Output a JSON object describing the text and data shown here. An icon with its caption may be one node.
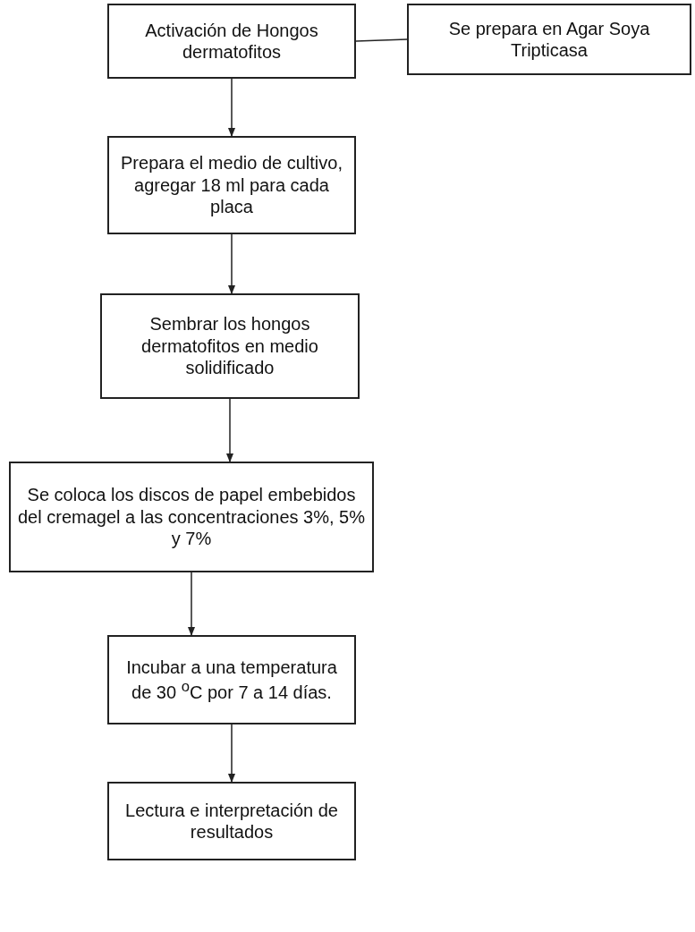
{
  "diagram": {
    "nodes": [
      {
        "text": [
          "Activación de Hongos dermatofitos"
        ]
      },
      {
        "text": [
          "Se prepara en Agar Soya Tripticasa"
        ]
      },
      {
        "text": [
          "Prepara el medio de cultivo, agregar 18 ml para cada placa"
        ]
      },
      {
        "text": [
          "Sembrar los hongos dermatofitos en medio solidificado"
        ]
      },
      {
        "text": [
          "Se coloca los discos de papel embebidos del cremagel  a las concentraciones 3%, 5% y 7%"
        ]
      },
      {
        "text": [
          "Incubar a una temperatura de  30 $^{o}$C por 7 a 14 días."
        ]
      },
      {
        "text": [
          "Lectura e interpretación de resultados"
        ]
      }
    ],
    "edges": [
      {
        "from": 0,
        "to": 1,
        "arrow": "none"
      },
      {
        "from": 0,
        "to": 2,
        "arrow": "to"
      },
      {
        "from": 2,
        "to": 3,
        "arrow": "to"
      },
      {
        "from": 3,
        "to": 4,
        "arrow": "to"
      },
      {
        "from": 4,
        "to": 5,
        "arrow": "to"
      },
      {
        "from": 5,
        "to": 6,
        "arrow": "to"
      }
    ]
  }
}
